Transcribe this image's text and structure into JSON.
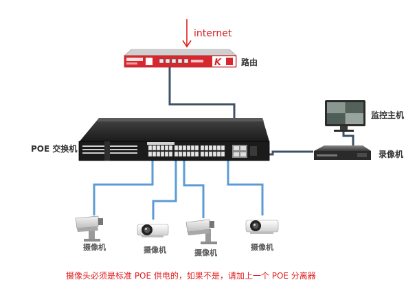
{
  "labels": {
    "internet": "internet",
    "router": "路由",
    "poe_switch": "POE 交换机",
    "monitor_host": "监控主机",
    "recorder": "录像机",
    "camera": "摄像机"
  },
  "note": "摄像头必须是标准 POE 供电的，如果不是，请加上一个 POE 分离器",
  "router_brand": "K",
  "colors": {
    "internet_arrow": "#e02020",
    "uplink_cable": "#3d5266",
    "camera_cable": "#5b9bd5",
    "router_red": "#d7282f",
    "switch_body": "#1b1b1b",
    "note_text": "#e02020"
  },
  "icons": [
    "arrow-down-icon",
    "router-icon",
    "poe-switch-icon",
    "monitor-icon",
    "nvr-icon",
    "bullet-camera-icon",
    "dome-camera-icon"
  ]
}
